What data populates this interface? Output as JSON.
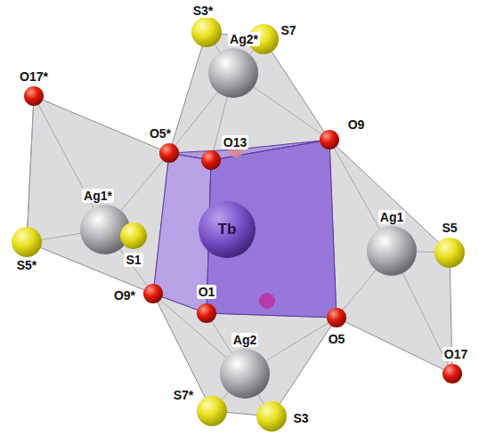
{
  "diagram": {
    "labels": [
      "S3*",
      "S7",
      "Ag2*",
      "O17*",
      "O5*",
      "O13",
      "O9",
      "Tb",
      "Ag1*",
      "Ag1",
      "S5",
      "S5*",
      "S1",
      "O9*",
      "O1",
      "O5",
      "O17",
      "Ag2",
      "S7*",
      "S3"
    ]
  }
}
